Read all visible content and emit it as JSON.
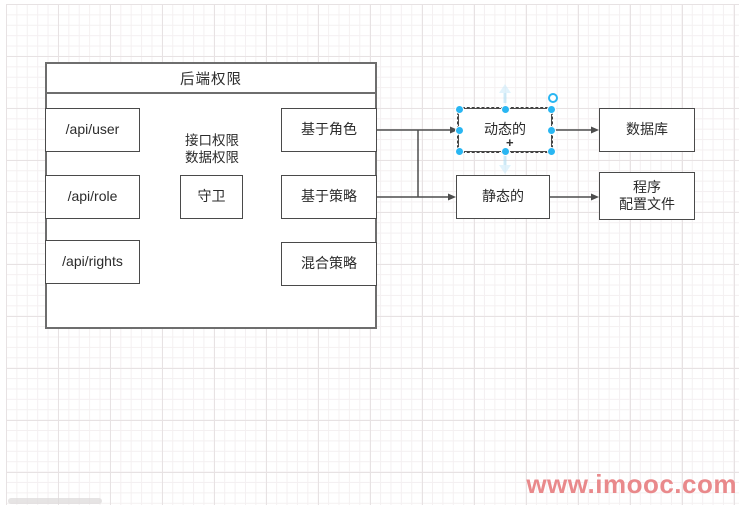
{
  "diagram": {
    "container_title": "后端权限",
    "nodes": {
      "api_user": "/api/user",
      "api_role": "/api/role",
      "api_rights": "/api/rights",
      "guard": "守卫",
      "guard_note_line1": "接口权限",
      "guard_note_line2": "数据权限",
      "role_based": "基于角色",
      "policy_based": "基于策略",
      "mixed_policy": "混合策略",
      "dynamic": "动态的",
      "static": "静态的",
      "database": "数据库",
      "config_line1": "程序",
      "config_line2": "配置文件"
    },
    "selection": {
      "selected_node": "动态的",
      "plus_glyph": "+",
      "handle_color": "#29b6f2"
    },
    "colors": {
      "stroke": "#4d4d4d",
      "selection_handle": "#29b6f2",
      "quick_connect": "#a9ddf5"
    }
  },
  "watermark": {
    "text": "www.imooc.com",
    "color": "#e9898b"
  }
}
